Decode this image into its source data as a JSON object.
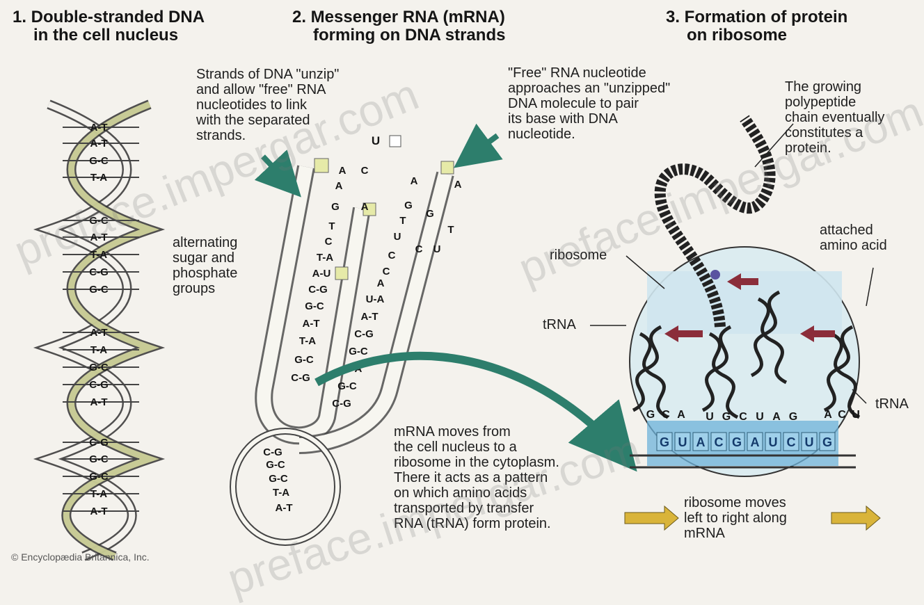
{
  "titles": {
    "t1": [
      "1. Double-stranded DNA",
      "in the cell nucleus"
    ],
    "t2": [
      "2. Messenger RNA (mRNA)",
      "forming on DNA strands"
    ],
    "t3": [
      "3. Formation of protein",
      "on ribosome"
    ]
  },
  "labels": {
    "unzip": [
      "Strands of DNA \"unzip\"",
      "and allow \"free\" RNA",
      "nucleotides to link",
      "with the separated",
      "strands."
    ],
    "free": [
      "\"Free\" RNA nucleotide",
      "approaches an \"unzipped\"",
      "DNA molecule to pair",
      "its base with DNA",
      "nucleotide."
    ],
    "polypeptide": [
      "The growing",
      "polypeptide",
      "chain eventually",
      "constitutes a",
      "protein."
    ],
    "sugar": [
      "alternating",
      "sugar and",
      "phosphate",
      "groups"
    ],
    "attached": [
      "attached",
      "amino acid"
    ],
    "ribosome": "ribosome",
    "trna_left": "tRNA",
    "trna_right": "tRNA",
    "mrna_moves": [
      "mRNA moves from",
      "the cell nucleus to a",
      "ribosome in the cytoplasm.",
      "There it acts as a pattern",
      "on which amino acids",
      "transported by transfer",
      "RNA (tRNA) form protein."
    ],
    "ribo_moves": [
      "ribosome moves",
      "left to right along",
      "mRNA"
    ]
  },
  "dna_pairs": [
    "A-T",
    "A-T",
    "G-C",
    "T-A",
    "G-C",
    "A-T",
    "T-A",
    "C-G",
    "G-C",
    "A-T",
    "T-A",
    "G-C",
    "C-G",
    "A-T",
    "C-G",
    "G-C",
    "G-C",
    "T-A",
    "A-T"
  ],
  "dna_pairs_bottom": [
    "C-G",
    "G-C",
    "G-C",
    "T-A",
    "A-T"
  ],
  "strand_left_pairs": [
    "A",
    "A",
    "G",
    "T",
    "C",
    "T-A",
    "A-U",
    "C-G",
    "G-C",
    "A-T",
    "T-A",
    "G-C",
    "C-G"
  ],
  "strand_right_letters": [
    "A",
    "G",
    "T",
    "U",
    "C",
    "C",
    "A",
    "U-A",
    "A-T",
    "C-G",
    "G-C",
    "U-A",
    "G-C",
    "C-G"
  ],
  "free_nucleotide": [
    "U",
    "A",
    "C",
    "A",
    "G",
    "T",
    "U",
    "C"
  ],
  "codon_left": [
    "G",
    "C",
    "A"
  ],
  "codon_middle": [
    "U",
    "G",
    "C",
    "U",
    "A",
    "G"
  ],
  "codon_right": [
    "A",
    "C",
    "U"
  ],
  "mrna_bases": [
    "G",
    "U",
    "A",
    "C",
    "G",
    "A",
    "U",
    "C",
    "U",
    "G"
  ],
  "copyright": "© Encyclopædia Britannica, Inc.",
  "watermark": "preface.impergar.com",
  "colors": {
    "background": "#f4f2ed",
    "highlight": "#e6eaa8",
    "arrow_teal": "#2d7e6c",
    "ribosome_blue": "#cfe6ee",
    "mrna_blue": "#6fb3da",
    "tRNA_arrow": "#8b2d3a",
    "gold_arrow": "#d9b43a"
  }
}
